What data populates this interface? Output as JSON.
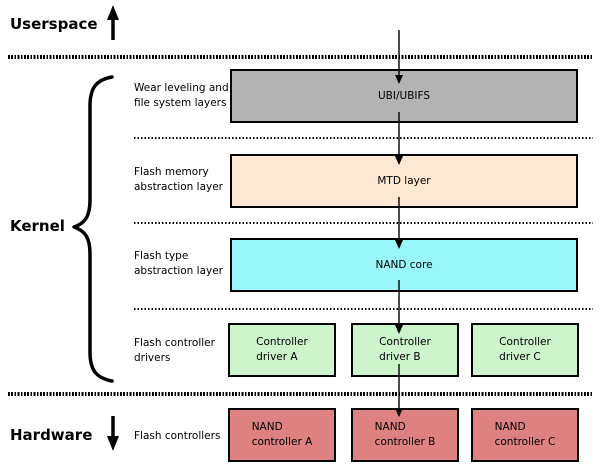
{
  "diagram": {
    "sections": {
      "userspace": "Userspace",
      "kernel": "Kernel",
      "hardware": "Hardware"
    },
    "kernel_rows": [
      {
        "label": "Wear leveling and\nfile system layers",
        "box_label": "UBI/UBIFS",
        "box_color": "#b3b3b3"
      },
      {
        "label": "Flash memory\nabstraction layer",
        "box_label": "MTD layer",
        "box_color": "#fce8d3"
      },
      {
        "label": "Flash type\nabstraction layer",
        "box_label": "NAND core",
        "box_color": "#99f6fb"
      },
      {
        "label": "Flash controller\ndrivers",
        "box_color": "#ccf5cb",
        "boxes": [
          "Controller\ndriver A",
          "Controller\ndriver B",
          "Controller\ndriver C"
        ]
      }
    ],
    "hardware_row": {
      "label": "Flash controllers",
      "box_color": "#dd8181",
      "boxes": [
        "NAND\ncontroller A",
        "NAND\ncontroller B",
        "NAND\ncontroller C"
      ]
    },
    "line_color": "#000000"
  }
}
